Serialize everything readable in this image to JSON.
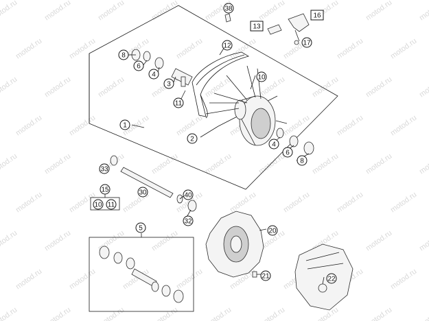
{
  "watermark": "motod.ru",
  "callouts": [
    {
      "id": "c38",
      "text": "38"
    },
    {
      "id": "c16",
      "text": "16"
    },
    {
      "id": "c13",
      "text": "13"
    },
    {
      "id": "c17",
      "text": "17"
    },
    {
      "id": "c12",
      "text": "12"
    },
    {
      "id": "c8a",
      "text": "8"
    },
    {
      "id": "c6a",
      "text": "6"
    },
    {
      "id": "c4a",
      "text": "4"
    },
    {
      "id": "c3",
      "text": "3"
    },
    {
      "id": "c10",
      "text": "10"
    },
    {
      "id": "c11",
      "text": "11"
    },
    {
      "id": "c1",
      "text": "1"
    },
    {
      "id": "c2",
      "text": "2"
    },
    {
      "id": "c4b",
      "text": "4"
    },
    {
      "id": "c6b",
      "text": "6"
    },
    {
      "id": "c8b",
      "text": "8"
    },
    {
      "id": "c33",
      "text": "33"
    },
    {
      "id": "c15",
      "text": "15"
    },
    {
      "id": "c10s",
      "text": "10"
    },
    {
      "id": "c11s",
      "text": "11"
    },
    {
      "id": "c30",
      "text": "30"
    },
    {
      "id": "c40",
      "text": "40"
    },
    {
      "id": "c32",
      "text": "32"
    },
    {
      "id": "c5",
      "text": "5"
    },
    {
      "id": "c20",
      "text": "20"
    },
    {
      "id": "c21",
      "text": "21"
    },
    {
      "id": "c22",
      "text": "22"
    }
  ]
}
